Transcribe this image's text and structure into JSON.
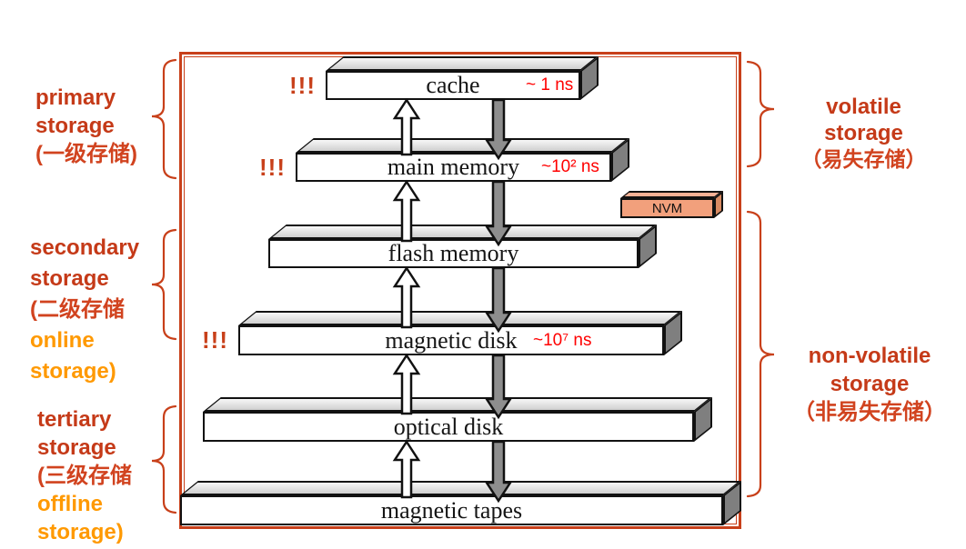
{
  "left_labels": {
    "primary": {
      "line1": "primary",
      "line2": "storage",
      "line3": "(一级存储)"
    },
    "secondary": {
      "line1": "secondary",
      "line2": "storage",
      "line3": "(二级存储",
      "line4": "online",
      "line5": "storage)"
    },
    "tertiary": {
      "line1": "tertiary",
      "line2": "storage",
      "line3": "(三级存储",
      "line4": "offline",
      "line5": "storage)"
    }
  },
  "right_labels": {
    "volatile": {
      "line1": "volatile",
      "line2": "storage",
      "line3": "（易失存储）"
    },
    "non_volatile": {
      "line1": "non-volatile",
      "line2": "storage",
      "line3": "（非易失存储）"
    }
  },
  "levels": [
    {
      "name": "cache",
      "timing": "~ 1 ns",
      "marker": "!!!"
    },
    {
      "name": "main memory",
      "timing": "~10² ns",
      "marker": "!!!"
    },
    {
      "name": "flash memory",
      "timing": "",
      "marker": ""
    },
    {
      "name": "magnetic disk",
      "timing": "~10⁷ ns",
      "marker": "!!!"
    },
    {
      "name": "optical disk",
      "timing": "",
      "marker": ""
    },
    {
      "name": "magnetic tapes",
      "timing": "",
      "marker": ""
    }
  ],
  "nvm_label": "NVM",
  "colors": {
    "accent_red": "#c53a18",
    "cjk_red": "#d1431f",
    "orange": "#ff9900",
    "timing_red": "#ff0000",
    "frame_red": "#c8401a",
    "nvm_fill": "#f2a07c",
    "down_arrow_gray": "#8e8e8e"
  }
}
